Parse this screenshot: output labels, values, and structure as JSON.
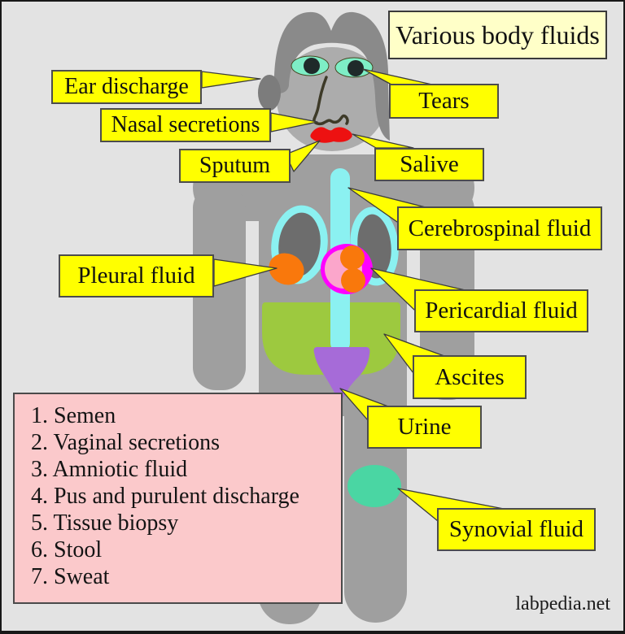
{
  "title": {
    "text": "Various body fluids"
  },
  "labels": [
    {
      "id": "ear-discharge",
      "text": "Ear discharge",
      "points_to": "ear"
    },
    {
      "id": "nasal-secretions",
      "text": "Nasal secretions",
      "points_to": "nose"
    },
    {
      "id": "sputum",
      "text": "Sputum",
      "points_to": "mouth"
    },
    {
      "id": "tears",
      "text": "Tears",
      "points_to": "eye"
    },
    {
      "id": "salive",
      "text": "Salive",
      "points_to": "lips"
    },
    {
      "id": "cerebrospinal-fluid",
      "text": "Cerebrospinal fluid",
      "points_to": "spinal-column"
    },
    {
      "id": "pleural-fluid",
      "text": "Pleural fluid",
      "points_to": "lung"
    },
    {
      "id": "pericardial-fluid",
      "text": "Pericardial fluid",
      "points_to": "heart"
    },
    {
      "id": "ascites",
      "text": "Ascites",
      "points_to": "abdomen"
    },
    {
      "id": "urine",
      "text": "Urine",
      "points_to": "bladder"
    },
    {
      "id": "synovial-fluid",
      "text": "Synovial fluid",
      "points_to": "knee"
    }
  ],
  "other_fluids_list": {
    "items": [
      "1. Semen",
      "2. Vaginal secretions",
      "3. Amniotic fluid",
      "4. Pus and purulent discharge",
      "5. Tissue biopsy",
      "6. Stool",
      "7. Sweat"
    ]
  },
  "watermark": "labpedia.net",
  "colors": {
    "background": "#e3e3e3",
    "label_yellow": "#ffff00",
    "title_yellow": "#ffffc8",
    "panel_pink": "#fbc9cb",
    "body_gray": "#9f9f9f",
    "face_gray": "#acacac",
    "hair_gray": "#8a8a8a",
    "lung_inner_gray": "#6d6d6d",
    "cyan_fluid": "#8bf1f1",
    "orange_fluid": "#f9780c",
    "heart_magenta": "#ff00ff",
    "heart_pink": "#fba6cb",
    "abdomen_green": "#9dc93f",
    "bladder_purple": "#a66bd8",
    "knee_teal": "#4ad6a3",
    "eye_aquamarine": "#7eeec6",
    "lips_red": "#ed1111"
  }
}
